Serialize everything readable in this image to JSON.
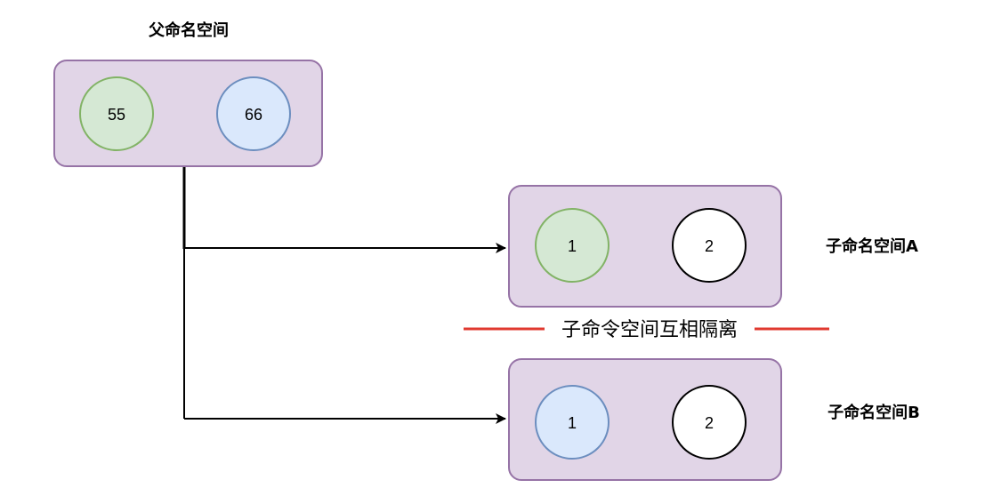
{
  "parent": {
    "title": "父命名空间",
    "nodes": [
      "55",
      "66"
    ]
  },
  "child_a": {
    "title": "子命名空间A",
    "nodes": [
      "1",
      "2"
    ]
  },
  "child_b": {
    "title": "子命名空间B",
    "nodes": [
      "1",
      "2"
    ]
  },
  "isolation_label": "子命令空间互相隔离",
  "colors": {
    "box_fill": "#e1d5e7",
    "box_stroke": "#9673a6",
    "green_fill": "#d5e8d4",
    "green_stroke": "#82b366",
    "blue_fill": "#dae8fc",
    "blue_stroke": "#6c8ebf",
    "separator": "#e0392f"
  }
}
